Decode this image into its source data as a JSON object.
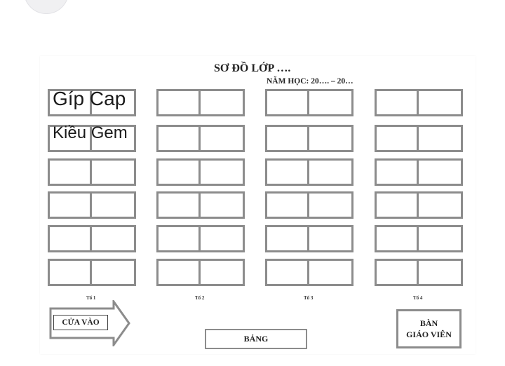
{
  "title": "SƠ ĐỒ LỚP ….",
  "school_year": "NĂM HỌC: 20…. – 20…",
  "groups": [
    {
      "label": "Tổ 1"
    },
    {
      "label": "Tổ 2"
    },
    {
      "label": "Tổ 3"
    },
    {
      "label": "Tổ 4"
    }
  ],
  "door_label": "CỬA VÀO",
  "board_label": "BẢNG",
  "teacher_desk": {
    "line1": "BÀN",
    "line2": "GIÁO VIÊN"
  },
  "annotations": [
    "Gíp Cap",
    "Kiều Gem"
  ]
}
